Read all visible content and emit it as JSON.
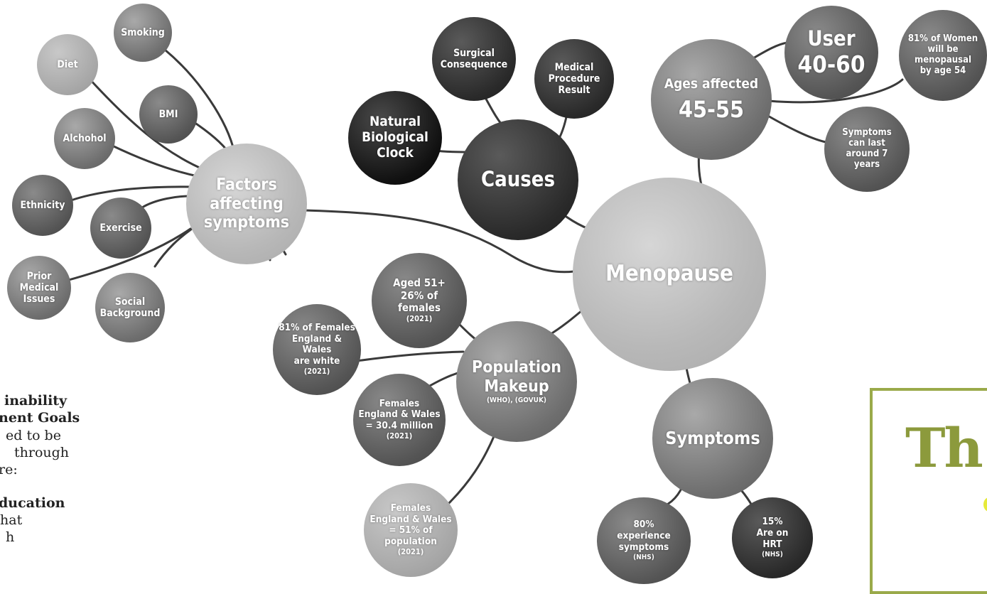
{
  "diagram": {
    "center": {
      "label": "Menopause"
    },
    "factors": {
      "hub": {
        "label": "Factors\naffecting\nsymptoms"
      },
      "items": [
        "Smoking",
        "Diet",
        "BMI",
        "Alchohol",
        "Ethnicity",
        "Exercise",
        "Prior\nMedical\nIssues",
        "Social\nBackground"
      ]
    },
    "causes": {
      "hub": {
        "label": "Causes"
      },
      "items": [
        "Surgical\nConsequence",
        "Medical\nProcedure\nResult",
        "Natural\nBiological\nClock"
      ]
    },
    "ages": {
      "hub": {
        "label": "Ages affected",
        "range": "45-55"
      },
      "user": {
        "label": "User",
        "range": "40-60"
      },
      "women": {
        "label": "81% of Women\nwill be\nmenopausal\nby age 54"
      },
      "duration": {
        "label": "Symptoms\ncan last\naround 7\nyears"
      }
    },
    "population": {
      "hub": {
        "label": "Population\nMakeup",
        "source": "(WHO), (GOVUK)"
      },
      "aged": {
        "label": "Aged 51+\n26% of\nfemales",
        "year": "(2021)"
      },
      "white": {
        "label": "81% of Females\nEngland & Wales\nare white",
        "year": "(2021)"
      },
      "count": {
        "label": "Females\nEngland & Wales\n= 30.4 million",
        "year": "(2021)"
      },
      "share": {
        "label": "Females\nEngland & Wales\n= 51% of\npopulation",
        "year": "(2021)"
      }
    },
    "symptoms": {
      "hub": {
        "label": "Symptoms"
      },
      "experience": {
        "label": "80%\nexperience\nsymptoms",
        "source": "(NHS)"
      },
      "hrt": {
        "label": "15%\nAre on\nHRT",
        "source": "(NHS)"
      }
    }
  },
  "side_text": {
    "line1": "inability",
    "line2": "nent Goals",
    "line3": "ed to be",
    "line4": "through",
    "line5": "re:",
    "line6": "ducation",
    "line7": "hat",
    "line8": "h"
  },
  "poster_fragment": {
    "text": "Th",
    "border_color": "#9aaa4a",
    "text_color": "#8c9a3c"
  }
}
